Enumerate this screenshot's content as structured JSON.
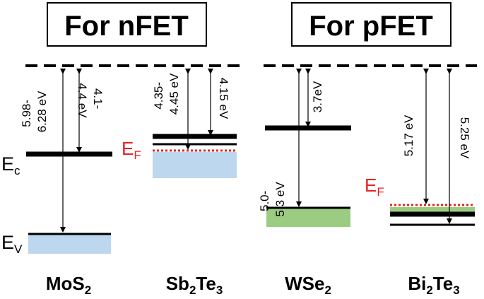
{
  "titles": {
    "nfet": "For nFET",
    "pfet": "For pFET"
  },
  "colors": {
    "fermi_level": "#e8231f",
    "conduction_fill": "#bcd7ee",
    "valence_fill_wse2": "#9ccc82",
    "line": "#000000"
  },
  "band_labels": {
    "ec_main": "E",
    "ec_sub": "c",
    "ev_main": "E",
    "ev_sub": "V",
    "ef_main": "E",
    "ef_sub": "F"
  },
  "materials": [
    {
      "key": "mos2",
      "pre": "MoS",
      "sub1": "2",
      "mid": "",
      "sub2": ""
    },
    {
      "key": "sb2te3",
      "pre": "Sb",
      "sub1": "2",
      "mid": "Te",
      "sub2": "3"
    },
    {
      "key": "wse2",
      "pre": "WSe",
      "sub1": "2",
      "mid": "",
      "sub2": ""
    },
    {
      "key": "bi2te3",
      "pre": "Bi",
      "sub1": "2",
      "mid": "Te",
      "sub2": "3"
    }
  ],
  "values": {
    "mos2_ip_line1": "5.98-",
    "mos2_ip_line2": "6.28 eV",
    "mos2_ea_line1": "4.1-",
    "mos2_ea_line2": "4.4 eV",
    "sb2te3_wf_line1": "4.35-",
    "sb2te3_wf_line2": "4.45 eV",
    "sb2te3_wf2": "4.15 eV",
    "wse2_ea": "3.7eV",
    "wse2_ip_line1": "5.0-",
    "wse2_ip_line2": "5.3 eV",
    "bi2te3_wf1": "5.17 eV",
    "bi2te3_wf2": "5.25 eV"
  }
}
